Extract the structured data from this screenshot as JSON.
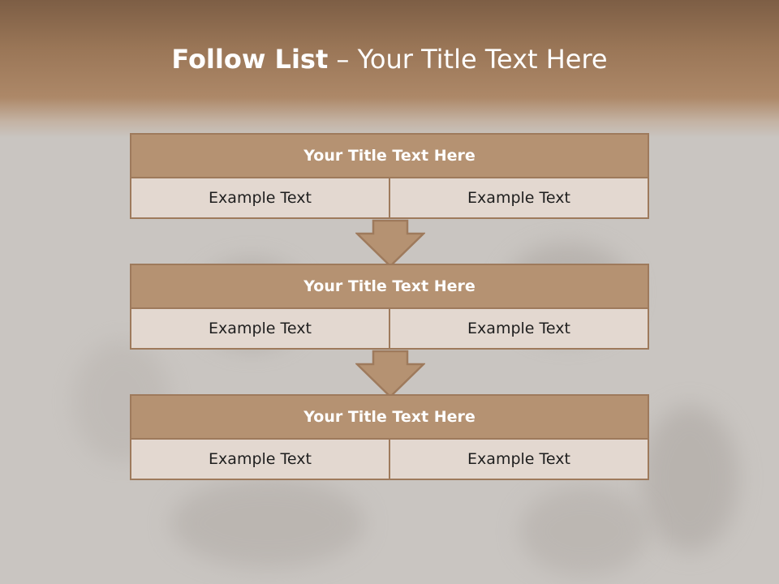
{
  "slide": {
    "title_bold": "Follow List",
    "title_rest": "– Your Title Text Here"
  },
  "steps": [
    {
      "title": "Your Title Text Here",
      "left": "Example Text",
      "right": "Example Text"
    },
    {
      "title": "Your Title Text Here",
      "left": "Example Text",
      "right": "Example Text"
    },
    {
      "title": "Your Title Text Here",
      "left": "Example Text",
      "right": "Example Text"
    }
  ],
  "colors": {
    "header_band": "#9a7657",
    "box_title_fill": "#b59272",
    "box_border": "#9e7a5c",
    "cell_fill": "#e3d8d0",
    "background": "#c9c5c1"
  }
}
